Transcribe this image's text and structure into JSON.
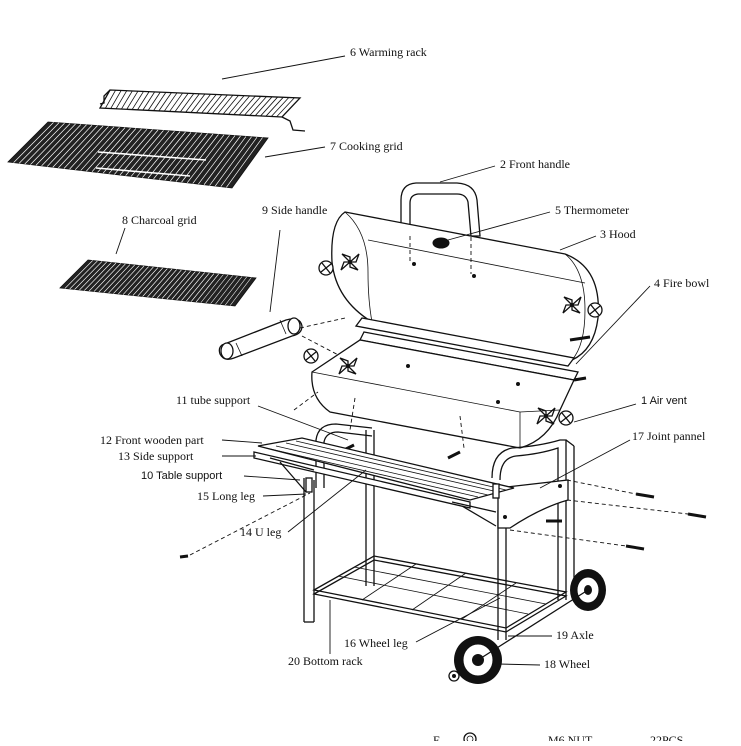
{
  "labels": {
    "warming_rack": "6  Warming rack",
    "cooking_grid": "7  Cooking grid",
    "front_handle": "2  Front handle",
    "thermometer": "5 Thermometer",
    "hood": "3 Hood",
    "charcoal_grid": "8  Charcoal grid",
    "side_handle": "9  Side handle",
    "fire_bowl": "4 Fire bowl",
    "air_vent": "1 Air vent",
    "tube_support": "11  tube support",
    "front_wooden_part": "12  Front wooden part",
    "side_support": "13 Side support",
    "joint_pannel": "17  Joint pannel",
    "table_support": "10 Table support",
    "long_leg": "15  Long leg",
    "u_leg": "14  U leg",
    "wheel_leg": "16  Wheel leg",
    "axle": "19  Axle",
    "bottom_rack": "20  Bottom rack",
    "wheel": "18  Wheel"
  },
  "footer": {
    "key": "E",
    "part": "M6 NUT",
    "qty": "22PCS"
  }
}
